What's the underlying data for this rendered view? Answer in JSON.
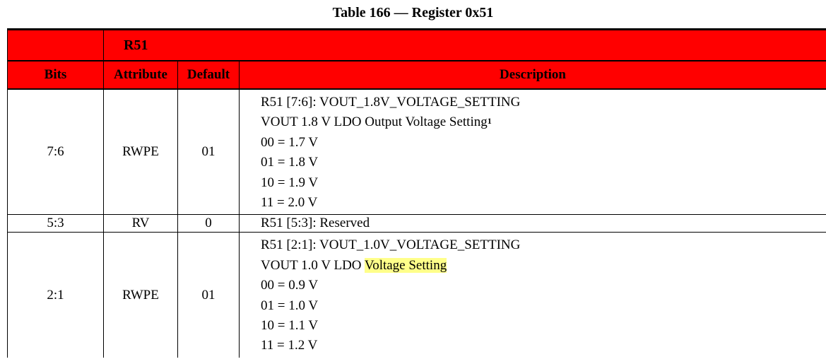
{
  "caption": "Table 166 — Register 0x51",
  "register_name": "R51",
  "headers": {
    "bits": "Bits",
    "attribute": "Attribute",
    "default": "Default",
    "description": "Description"
  },
  "rows": [
    {
      "bits": "7:6",
      "attribute": "RWPE",
      "default": "01",
      "desc": [
        "R51 [7:6]: VOUT_1.8V_VOLTAGE_SETTING",
        "VOUT 1.8 V LDO Output Voltage Setting",
        "00 = 1.7 V",
        "01 = 1.8 V",
        "10 = 1.9 V",
        "11 = 2.0 V"
      ],
      "footnote": "1"
    },
    {
      "bits": "5:3",
      "attribute": "RV",
      "default": "0",
      "desc": [
        "R51 [5:3]: Reserved"
      ]
    },
    {
      "bits": "2:1",
      "attribute": "RWPE",
      "default": "01",
      "desc": [
        "R51 [2:1]: VOUT_1.0V_VOLTAGE_SETTING",
        "VOUT 1.0 V LDO ",
        "00 = 0.9 V",
        "01 = 1.0 V",
        "10 = 1.1 V",
        "11 = 1.2 V"
      ],
      "highlight": "Voltage Setting"
    }
  ]
}
